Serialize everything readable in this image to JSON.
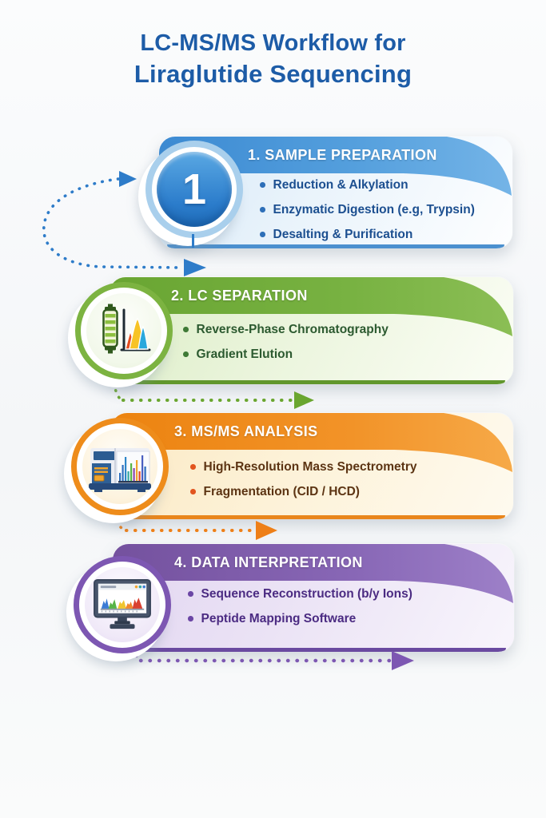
{
  "page": {
    "background_color": "#f5f7f8"
  },
  "title": {
    "line1_bold": "LC-MS/MS",
    "line1_rest": "Workflow for",
    "line2": "Liraglutide Sequencing",
    "color": "#1d5ca7"
  },
  "steps": [
    {
      "id": "sample-preparation",
      "badge": "1",
      "header": "1. SAMPLE PREPARATION",
      "accent": "#3f8fd6",
      "icon": "number-1-badge",
      "bullets": [
        "Reduction & Alkylation",
        "Enzymatic Digestion (e.g, Trypsin)",
        "Desalting & Purification"
      ]
    },
    {
      "id": "lc-separation",
      "header": "2. LC SEPARATION",
      "accent": "#74ab3c",
      "icon": "lc-column-chromatogram-icon",
      "bullets": [
        "Reverse-Phase Chromatography",
        "Gradient Elution"
      ]
    },
    {
      "id": "msms-analysis",
      "header": "3. MS/MS ANALYSIS",
      "accent": "#ef8c1d",
      "icon": "mass-spectrometer-icon",
      "bullets": [
        "High-Resolution Mass Spectrometry",
        "Fragmentation (CID / HCD)"
      ]
    },
    {
      "id": "data-interpretation",
      "header": "4. DATA INTERPRETATION",
      "accent": "#7d57b2",
      "icon": "monitor-spectrum-icon",
      "bullets": [
        "Sequence Reconstruction (b/y Ions)",
        "Peptide Mapping Software"
      ]
    }
  ],
  "connectors": [
    {
      "name": "loop-into-step-1-and-down-to-step-2",
      "color": "#2e7cc9"
    },
    {
      "name": "step-2-to-step-3",
      "color": "#6aa62f"
    },
    {
      "name": "step-3-to-step-4",
      "color": "#ee7f17"
    },
    {
      "name": "step-4-outflow",
      "color": "#7d57b2"
    }
  ]
}
